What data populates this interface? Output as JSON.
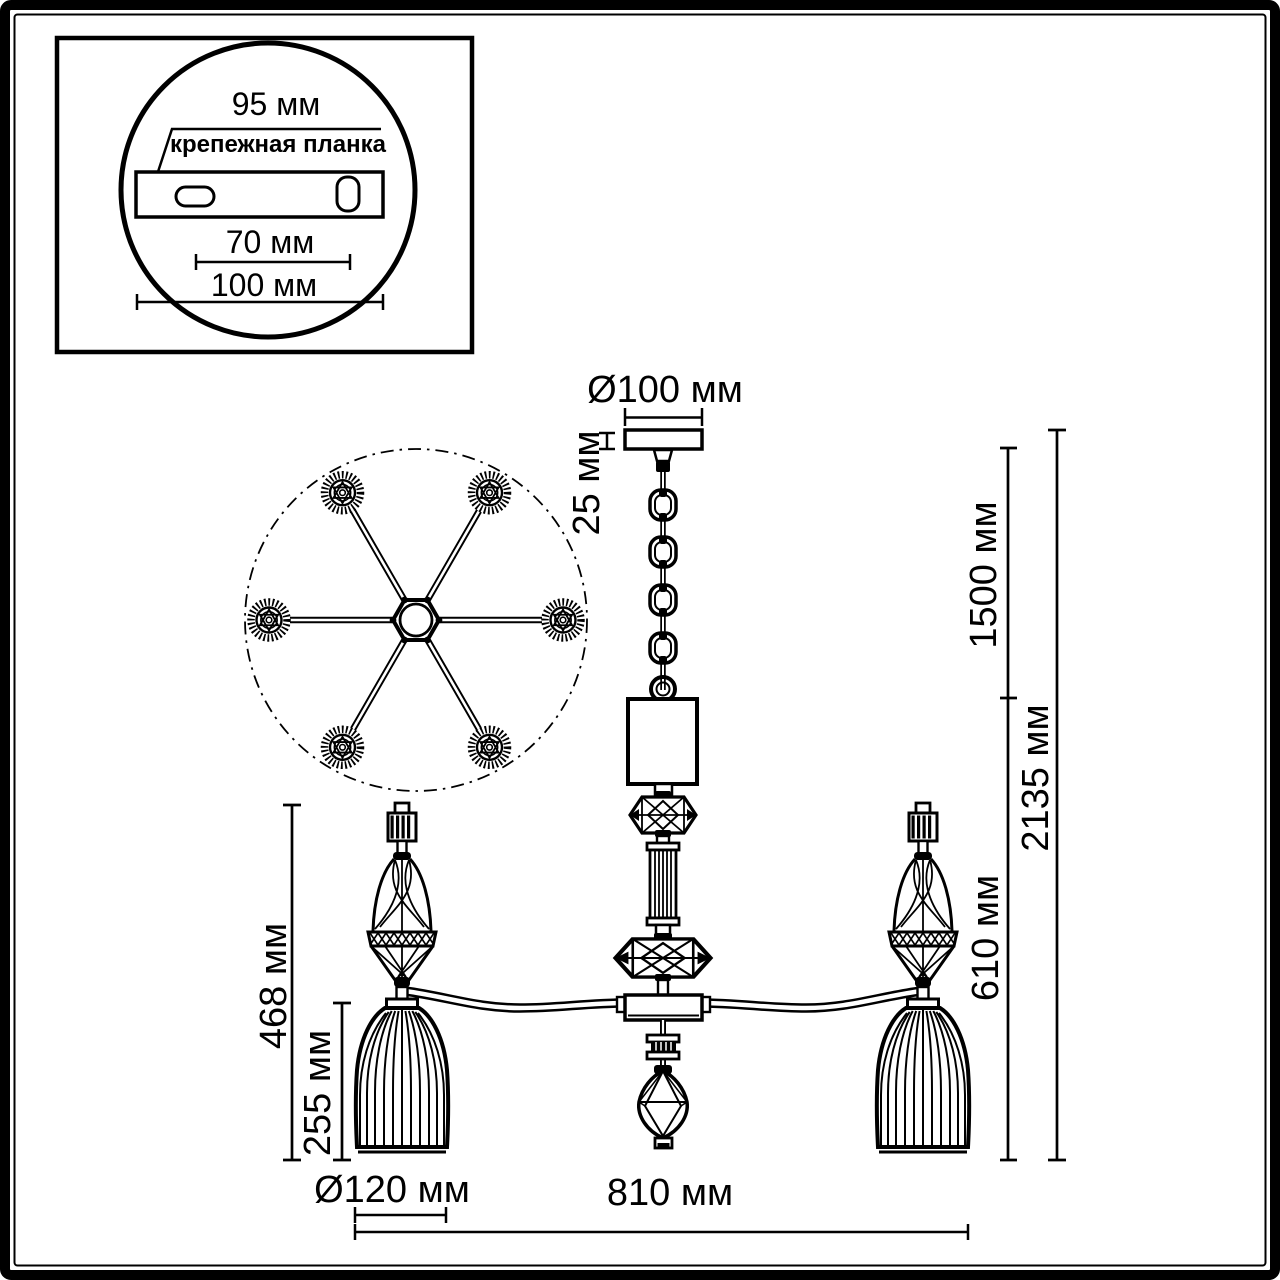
{
  "inset": {
    "span_label": "95 мм",
    "plate_label": "крепежная планка",
    "holes_label": "70 мм",
    "length_label": "100 мм"
  },
  "dims": {
    "canopy_diameter": "Ø100 мм",
    "canopy_height": "25 мм",
    "chain_length": "1500 мм",
    "total_height": "2135 мм",
    "fixture_height": "610 мм",
    "lamp_height": "468 мм",
    "shade_height": "255 мм",
    "shade_diameter": "Ø120 мм",
    "fixture_width": "810 мм"
  },
  "colors": {
    "line": "#000000",
    "background": "#ffffff"
  }
}
